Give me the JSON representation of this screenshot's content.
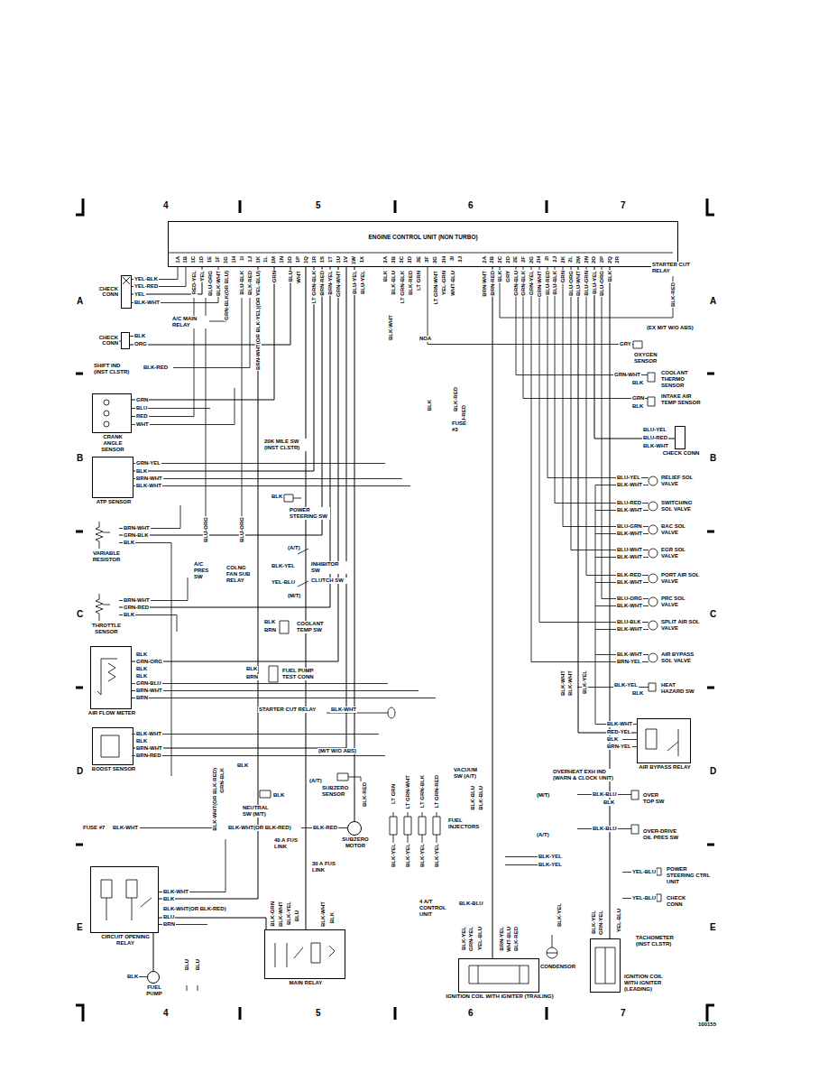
{
  "diagram": {
    "nodes": [
      {
        "text": [
          "ENGINE CONTROL UNIT (NON TURBO)"
        ]
      },
      {
        "text": [
          "CHECK CONN"
        ]
      },
      {
        "text": [
          "CHECK CONN"
        ]
      },
      {
        "text": [
          "CRANK ANGLE SENSOR"
        ]
      },
      {
        "text": [
          "ATP SENSOR"
        ]
      },
      {
        "text": [
          "VARIABLE RESISTOR"
        ]
      },
      {
        "text": [
          "THROTTLE SENSOR"
        ]
      },
      {
        "text": [
          "AIR FLOW METER"
        ]
      },
      {
        "text": [
          "BOOST SENSOR"
        ]
      },
      {
        "text": [
          "CIRCUIT OPENING RELAY"
        ]
      },
      {
        "text": [
          "FUEL PUMP"
        ]
      },
      {
        "text": [
          "SUBZERO MOTOR"
        ]
      },
      {
        "text": [
          "MAIN RELAY"
        ]
      },
      {
        "text": [
          "IGNITION COIL WITH IGNITER (TRAILING)"
        ]
      },
      {
        "text": [
          "IGNITION COIL WITH IGNITER (LEADING)"
        ]
      },
      {
        "text": [
          "AIR BYPASS RELAY"
        ]
      },
      {
        "text": [
          "CHECK CONN"
        ]
      }
    ],
    "edges": [
      {
        "from": 0,
        "to": 1,
        "arrow": "none"
      },
      {
        "from": 0,
        "to": 2,
        "arrow": "none"
      },
      {
        "from": 0,
        "to": 3,
        "arrow": "none"
      },
      {
        "from": 0,
        "to": 4,
        "arrow": "none"
      },
      {
        "from": 0,
        "to": 5,
        "arrow": "none"
      },
      {
        "from": 0,
        "to": 6,
        "arrow": "none"
      },
      {
        "from": 0,
        "to": 7,
        "arrow": "none"
      },
      {
        "from": 0,
        "to": 8,
        "arrow": "none"
      },
      {
        "from": 0,
        "to": 9,
        "arrow": "none"
      },
      {
        "from": 12,
        "to": 9,
        "arrow": "none"
      },
      {
        "from": 9,
        "to": 10,
        "arrow": "none"
      },
      {
        "from": 0,
        "to": 11,
        "arrow": "none"
      },
      {
        "from": 0,
        "to": 12,
        "arrow": "none"
      },
      {
        "from": 0,
        "to": 13,
        "arrow": "none"
      },
      {
        "from": 0,
        "to": 14,
        "arrow": "none"
      },
      {
        "from": 0,
        "to": 15,
        "arrow": "none"
      },
      {
        "from": 0,
        "to": 16,
        "arrow": "none"
      }
    ],
    "labels": [
      "4",
      "5",
      "6",
      "7",
      "4",
      "5",
      "6",
      "7",
      "A",
      "B",
      "C",
      "D",
      "E",
      "A",
      "B",
      "C",
      "D",
      "E",
      "1A",
      "1B",
      "1C",
      "1D",
      "1E",
      "1F",
      "1G",
      "1H",
      "1I",
      "1J",
      "1K",
      "1L",
      "1M",
      "1N",
      "1O",
      "1P",
      "1Q",
      "1R",
      "1S",
      "1T",
      "1U",
      "1V",
      "1W",
      "1X",
      "3A",
      "3B",
      "3C",
      "3D",
      "3E",
      "3F",
      "3G",
      "3H",
      "3I",
      "3J",
      "2A",
      "2B",
      "2C",
      "2D",
      "2E",
      "2F",
      "2G",
      "2H",
      "2I",
      "2J",
      "2K",
      "2L",
      "2M",
      "2N",
      "2O",
      "2P",
      "2Q",
      "2R",
      "RED-YEL",
      "YEL",
      "BLU-ORG",
      "BLK-WHT",
      "GRN-BLK(OR BLU)",
      "BLU-BLK",
      "BLK-RED",
      "BRN-WHT(OR BLK-YEL)(OR YEL-BLU)",
      "GRN",
      "BLU",
      "WHT",
      "LT GRN-BLK",
      "BRN-RED",
      "BRN-YEL",
      "GRN-WHT",
      "BLU-YEL",
      "BLU-YEL",
      "BLK",
      "BLK-BLU",
      "LT GRN-BLK",
      "BLK-RED",
      "LT GRN",
      "LT GRN-WHT",
      "YEL-GRN",
      "WHT-BLU",
      "BRN-WHT",
      "BRN-RED",
      "BLK",
      "GRY",
      "GRN-BLU",
      "GRN-BLK",
      "GRN-YEL",
      "GRN-WHT",
      "BLU-RED",
      "BLU-BLK",
      "GRN",
      "BLU-ORG",
      "BLU-WHT",
      "BLU-GRN",
      "BLU-YEL",
      "BLU-ORG",
      "BLK",
      "YEL-BLK",
      "YEL-RED",
      "YEL",
      "BLK-WHT",
      "A/C MAIN RELAY",
      "BLK",
      "ORG",
      "SHIFT IND (INST CLSTR)",
      "BLK-RED",
      "GRN",
      "BLU",
      "RED",
      "WHT",
      "20K MILE SW (INST CLSTR)",
      "GRN-YEL",
      "BLK",
      "BRN-WHT",
      "BLK-WHT",
      "BLK",
      "POWER STEERING SW",
      "BLU-ORG",
      "BLU-ORG",
      "BRN-WHT",
      "GRN-BLK",
      "BLK",
      "A/C PRES SW",
      "COLNG FAN SUB RELAY",
      "(A/T)",
      "BLK-YEL",
      "INHIBITOR SW",
      "YEL-BLU",
      "CLUTCH SW",
      "(M/T)",
      "BRN-WHT",
      "GRN-RED",
      "BLK",
      "BLK",
      "BRN",
      "COOLANT TEMP SW",
      "BLK",
      "GRN-ORG",
      "BLK",
      "BLK",
      "GRN-BLU",
      "BRN-WHT",
      "BRN",
      "BLK",
      "BRN",
      "FUEL PUMP TEST CONN",
      "STARTER CUT RELAY",
      "BLK-WHT",
      "BLK-WHT",
      "BLK",
      "BRN-WHT",
      "BRN-RED",
      "(M/T W/O ABS)",
      "BLK",
      "(A/T)",
      "GRN-BLK",
      "BLK-WHT(OR BLK-RED)",
      "BLK",
      "NEUTRAL SW (M/T)",
      "SUBZERO SENSOR",
      "BLK-RED",
      "FUSE #7",
      "BLK-WHT",
      "BLK-WHT(OR BLK-RED)",
      "BLK-RED",
      "LT GRN",
      "LT GRN-WHT",
      "LT GRN-BLK",
      "LT GRN-RED",
      "FUEL INJECTORS",
      "BLK-YEL",
      "BLK-YEL",
      "BLK-YEL",
      "BLK-YEL",
      "VACUUM SW (A/T)",
      "BLK-BLU",
      "BLK-BLU",
      "40 A FUS LINK",
      "30 A FUS LINK",
      "BLK-WHT",
      "BLK",
      "BLK-WHT(OR BLK-RED)",
      "BLU",
      "BRN",
      "4 A/T CONTROL UNIT",
      "BLK-BLU",
      "BLK-GRN",
      "BLK-WHT",
      "BLK-YEL",
      "BLU",
      "BLK-WHT",
      "BLK",
      "BLK-YEL",
      "GRN-YEL",
      "YEL-BLU",
      "BRN-YEL",
      "WHT-BLU",
      "BLK-RED",
      "BLK",
      "BLU",
      "BLU",
      "STARTER CUT RELAY",
      "BLK-RED",
      "(EX M/T W/O ABS)",
      "NOA",
      "GRY",
      "OXYGEN SENSOR",
      "BLK-WHT",
      "BLK",
      "BLK-RED",
      "BLU-RED",
      "FUSE #3",
      "GRN-WHT",
      "BLK",
      "COOLANT THERMO SENSOR",
      "GRN",
      "BLK",
      "INTAKE AIR TEMP SENSOR",
      "BLU-YEL",
      "BLU-RED",
      "BLK-WHT",
      "BLU-YEL",
      "BLK-WHT",
      "RELIEF SOL VALVE",
      "BLU-RED",
      "BLK-WHT",
      "SWITCHING SOL VALVE",
      "BLU-GRN",
      "BLK-WHT",
      "BAC SOL VALVE",
      "BLU-WHT",
      "BLK-WHT",
      "EGR SOL VALVE",
      "BLK-RED",
      "BLK-WHT",
      "PORT AIR SOL VALVE",
      "BLU-ORG",
      "BLK-WHT",
      "PRC SOL VALVE",
      "BLU-BLK",
      "BLK-WHT",
      "SPLIT AIR SOL VALVE",
      "BLK-WHT",
      "BRN-YEL",
      "AIR BYPASS SOL VALVE",
      "BLK-YEL",
      "BLK",
      "HEAT HAZARD SW",
      "BLK-WHT",
      "BLK-WHT",
      "BLK-YEL",
      "BLK-WHT",
      "RED-YEL",
      "BLK",
      "BRN-YEL",
      "OVERHEAT EXH IND (WARN & CLOCK UNIT)",
      "(M/T)",
      "BLK-BLU",
      "BLK",
      "OVER TOP SW",
      "(A/T)",
      "BLK-BLU",
      "OVER-DRIVE OIL PRES SW",
      "BLK-YEL",
      "BLK-YEL",
      "YEL-BLU",
      "POWER STEERING CTRL UNIT",
      "YEL-BLU",
      "CHECK CONN",
      "TACHOMETER (INST CLSTR)",
      "CONDENSOR",
      "BLK-YEL",
      "BLK-YEL",
      "GRN-YEL",
      "YEL-BLU",
      "100155"
    ]
  }
}
